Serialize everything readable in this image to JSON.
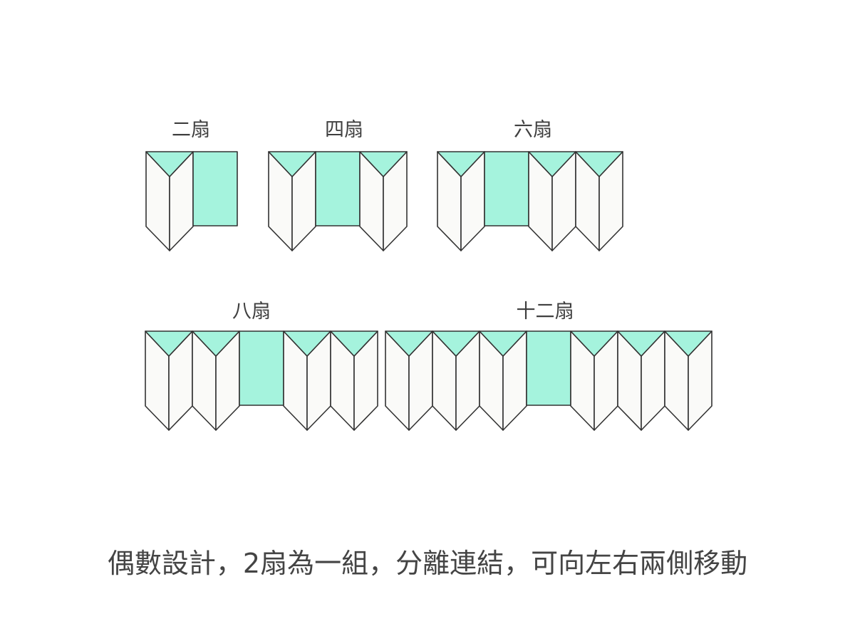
{
  "colors": {
    "accent": "#a5f3dd",
    "panel": "#fafaf8",
    "stroke": "#333333",
    "text": "#444444"
  },
  "groups": [
    {
      "label": "二扇",
      "pattern": "LF"
    },
    {
      "label": "四扇",
      "pattern": "LFL"
    },
    {
      "label": "六扇",
      "pattern": "LFLL"
    },
    {
      "label": "八扇",
      "pattern": "LLFLL"
    },
    {
      "label": "十二扇",
      "pattern": "LLLFLLL"
    }
  ],
  "caption": "偶數設計，2扇為一組，分離連結，可向左右兩側移動"
}
